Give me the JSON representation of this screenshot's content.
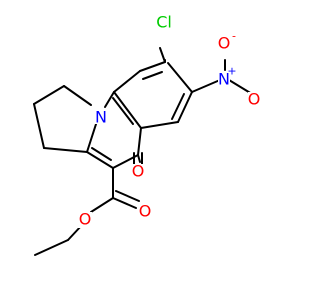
{
  "colors": {
    "bond": "#000000",
    "oxygen": "#ff0000",
    "nitrogen": "#0000ff",
    "chlorine": "#00cc00",
    "background": "#ffffff"
  },
  "atoms": {
    "chlorine": "Cl",
    "nitro_n": "N",
    "nitro_n_charge": "+",
    "nitro_o_minus": "O",
    "nitro_o_minus_charge": "-",
    "nitro_o_double": "O",
    "ring_n": "N",
    "ketone_o": "O",
    "ester_o_double": "O",
    "ester_o_single": "O"
  }
}
